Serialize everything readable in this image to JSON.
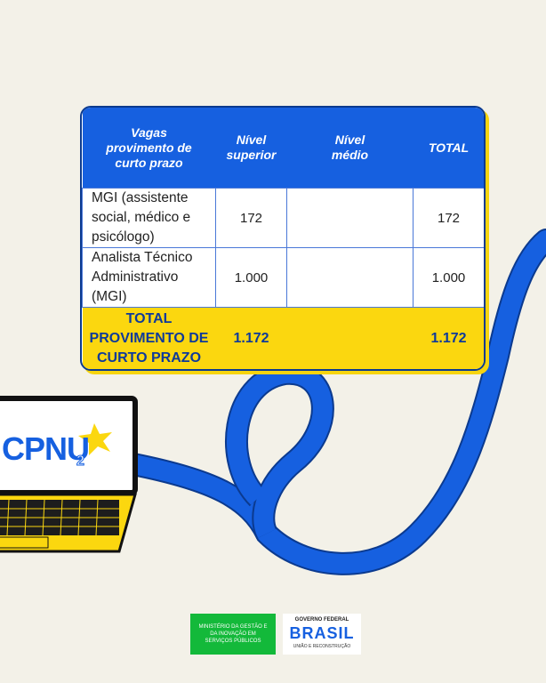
{
  "table": {
    "headers": [
      "Vagas provimento de curto prazo",
      "Nível superior",
      "Nível médio",
      "TOTAL"
    ],
    "rows": [
      {
        "label": "MGI (assistente social, médico e psicólogo)",
        "superior": "172",
        "medio": "",
        "total": "172"
      },
      {
        "label": "Analista Técnico Administrativo (MGI)",
        "superior": "1.000",
        "medio": "",
        "total": "1.000"
      }
    ],
    "total_row": {
      "label": "TOTAL PROVIMENTO DE CURTO PRAZO",
      "superior": "1.172",
      "medio": "",
      "total": "1.172"
    }
  },
  "laptop": {
    "brand": "CPNU",
    "badge": "2"
  },
  "logos": {
    "ministerio": "MINISTÉRIO DA GESTÃO E DA INOVAÇÃO EM SERVIÇOS PÚBLICOS",
    "governo": "GOVERNO FEDERAL",
    "brasil": "BRASIL",
    "slogan": "UNIÃO E RECONSTRUÇÃO"
  },
  "colors": {
    "background": "#f3f1e8",
    "blue": "#1660e0",
    "yellow": "#fbd70f",
    "green": "#13b93a"
  }
}
